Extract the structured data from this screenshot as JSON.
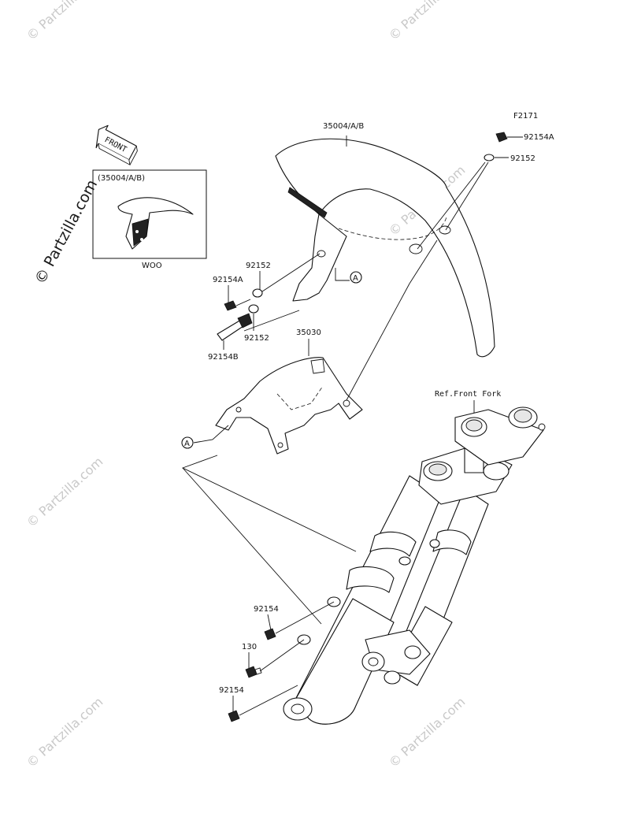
{
  "figure_code": "F2171",
  "front_label": "FRONT",
  "inset": {
    "part_ref": "(35004/A/B)",
    "caption": "WOO"
  },
  "callouts": {
    "fender": "35004/A/B",
    "bolt_top": "92154A",
    "washer_top": "92152",
    "washer_left_upper": "92152",
    "bolt_left": "92154A",
    "washer_left_lower": "92152",
    "bolt_b": "92154B",
    "bracket": "35030",
    "ref_fork": "Ref.Front Fork",
    "bolt_fork_upper": "92154",
    "bolt_130": "130",
    "bolt_fork_lower": "92154",
    "ref_a_fender": "A",
    "ref_a_bracket": "A"
  },
  "watermarks": {
    "small": "© Partzilla.com",
    "large": "© Partzilla.com"
  }
}
